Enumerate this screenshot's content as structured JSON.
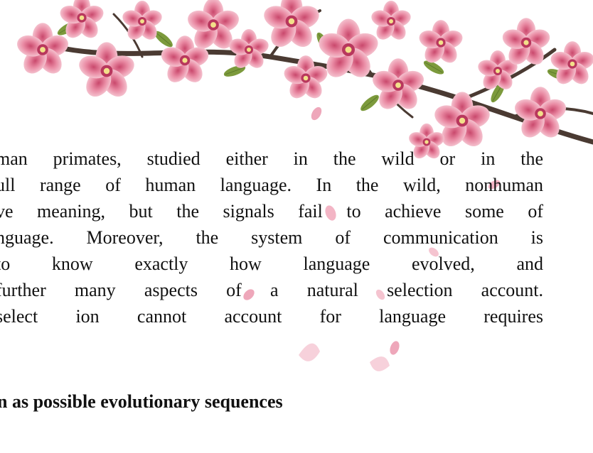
{
  "document": {
    "paragraph_lines": [
      "man primates, studied either in the wild or in the",
      "ull range of human language. In the wild, nonhuman",
      "ve meaning, but the signals fail to achieve some of",
      "nguage. Moreover, the system of communication is",
      "to know exactly how language evolved, and",
      "further many aspects of a natural selection account.",
      "select ion cannot account for language requires"
    ],
    "heading": "n as possible evolutionary sequences"
  },
  "colors": {
    "text": "#111111",
    "blossom_light": "#f6c9d4",
    "blossom_mid": "#e98aa3",
    "blossom_deep": "#c9486c",
    "branch": "#4a3a32",
    "leaf": "#7c9a3c"
  },
  "icons": [
    "cherry-blossom-branch-decoration",
    "falling-petal-decoration"
  ]
}
